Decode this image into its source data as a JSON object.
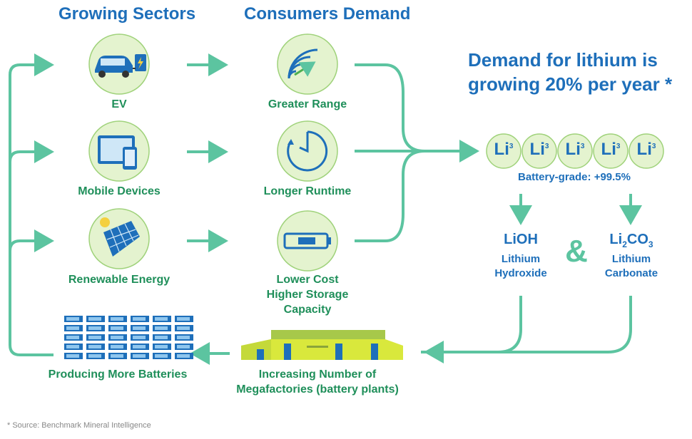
{
  "headers": {
    "growing": "Growing Sectors",
    "consumers": "Consumers Demand"
  },
  "sectors": [
    "EV",
    "Mobile Devices",
    "Renewable Energy"
  ],
  "demands": {
    "range": "Greater Range",
    "runtime": "Longer Runtime",
    "cost": "Lower Cost",
    "storage": "Higher Storage",
    "capacity": "Capacity"
  },
  "headline": {
    "line1": "Demand for lithium is",
    "line2": "growing 20% per year *"
  },
  "lithium": {
    "symbol": "Li",
    "atomic": "3",
    "grade": "Battery-grade: +99.5%"
  },
  "compounds": {
    "lioh": "LiOH",
    "lioh_name1": "Lithium",
    "lioh_name2": "Hydroxide",
    "amp": "&",
    "li2co3_a": "Li",
    "li2co3_b": "2",
    "li2co3_c": "CO",
    "li2co3_d": "3",
    "li2co3_name1": "Lithium",
    "li2co3_name2": "Carbonate"
  },
  "bottom": {
    "batteries": "Producing More Batteries",
    "factories1": "Increasing Number of",
    "factories2": "Megafactories (battery plants)"
  },
  "source": "* Source: Benchmark Mineral Intelligence",
  "colors": {
    "blue": "#1e6fba",
    "green": "#1f8f5a",
    "arrow": "#5cc4a0",
    "circle": "#e4f3cf"
  }
}
